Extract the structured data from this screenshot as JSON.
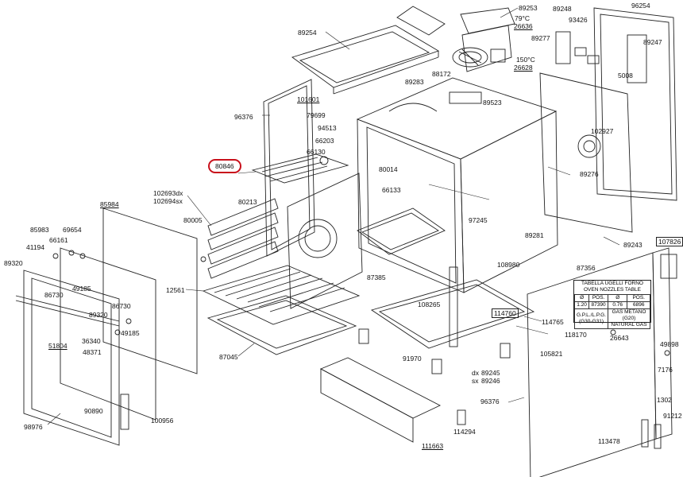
{
  "labels": {
    "p89254": "89254",
    "p89253": "89253",
    "p89248": "89248",
    "p93426": "93426",
    "p96254": "96254",
    "p89277": "89277",
    "p89247": "89247",
    "p26636": "26636",
    "p26628": "26628",
    "p5008": "5008",
    "p88172": "88172",
    "p89283": "89283",
    "p96376a": "96376",
    "p101601": "101601",
    "p79699": "79699",
    "p89523": "89523",
    "p94513": "94513",
    "p66203": "66203",
    "p66130": "66130",
    "p102927": "102927",
    "p80846": "80846",
    "p80014": "80014",
    "p89276": "89276",
    "p66133": "66133",
    "p102693": "102693dx",
    "p102694": "102694sx",
    "p80213": "80213",
    "p85984": "85984",
    "p80005": "80005",
    "p97245": "97245",
    "p89281": "89281",
    "p89243": "89243",
    "p107826": "107826",
    "p85983": "85983",
    "p69654": "69654",
    "p66161": "66161",
    "p41194": "41194",
    "p89320a": "89320",
    "p86730a": "86730",
    "p49185a": "49185",
    "p12561": "12561",
    "p87385": "87385",
    "p108980": "108980",
    "p87356": "87356",
    "p86730b": "86730",
    "p89320b": "89320",
    "p49185b": "49185",
    "p108265": "108265",
    "p114760": "114760",
    "p114765": "114765",
    "p36340": "36340",
    "p51804": "51804",
    "p48371": "48371",
    "p87045": "87045",
    "p118170": "118170",
    "p26643": "26643",
    "p49898": "49898",
    "p91970": "91970",
    "p105821": "105821",
    "p89245": "89245",
    "p89246": "89246",
    "p7176": "7176",
    "p90890": "90890",
    "p96376b": "96376",
    "p98976": "98976",
    "p100956": "100956",
    "p1302": "1302",
    "p114294": "114294",
    "p91212": "91212",
    "p111663": "111663",
    "p113478": "113478"
  },
  "dx": "dx",
  "sx": "sx",
  "temp1": "79°C",
  "temp2": "150°C",
  "nozzle_table": {
    "title1": "TABELLA UGELLI FORNO",
    "title2": "OVEN NOZZLES TABLE",
    "head": [
      "Ø",
      "POS.",
      "Ø",
      "POS."
    ],
    "row": [
      "1.20",
      "87390",
      "0.76",
      "6896"
    ],
    "gas1": "G.P.L./L.P.G.",
    "gas1b": "(G30-G31)",
    "gas2": "GAS METANO (G20)",
    "gas2b": "NATURAL GAS"
  },
  "colors": {
    "callout_circle": "#c8101b",
    "line": "#222222"
  }
}
